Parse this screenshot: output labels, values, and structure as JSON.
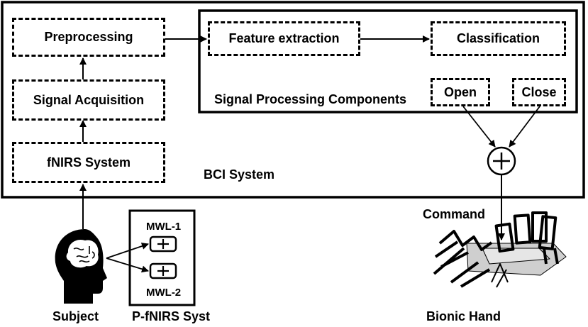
{
  "bci_system": {
    "label": "BCI System",
    "preprocessing": "Preprocessing",
    "signal_acquisition": "Signal Acquisition",
    "fnirs_system": "fNIRS System"
  },
  "signal_processing": {
    "label": "Signal Processing Components",
    "feature_extraction": "Feature extraction",
    "classification": "Classification",
    "open": "Open",
    "close": "Close"
  },
  "outputs": {
    "command": "Command",
    "bionic_hand": "Bionic Hand"
  },
  "subject": {
    "label": "Subject",
    "mwl1": "MWL-1",
    "mwl2": "MWL-2",
    "pfnirs": "P-fNIRS Syst"
  },
  "icons": {
    "head": "head-brain-icon",
    "sum": "sum-junction-icon",
    "hand": "bionic-hand-icon"
  }
}
